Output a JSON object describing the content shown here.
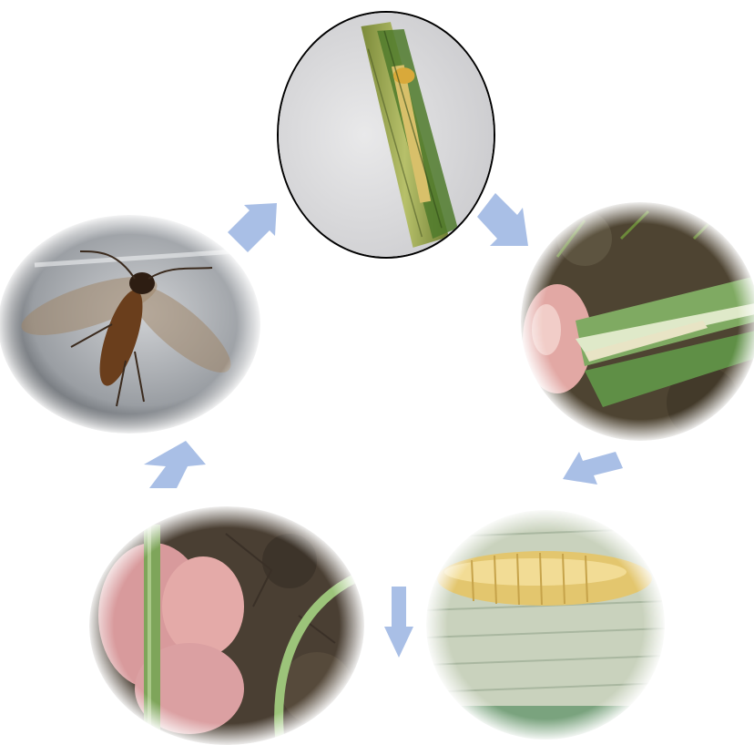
{
  "diagram": {
    "kind": "life-cycle",
    "stages": [
      {
        "name": "egg-in-stem",
        "icon": "stem-cross-section"
      },
      {
        "name": "eggs-on-leaf",
        "icon": "leaf-with-eggs"
      },
      {
        "name": "larva",
        "icon": "larva"
      },
      {
        "name": "damaged-plant",
        "icon": "seedling"
      },
      {
        "name": "adult-insect",
        "icon": "winged-insect"
      }
    ],
    "arrow_color": "#a9bfe6",
    "direction": "clockwise"
  }
}
